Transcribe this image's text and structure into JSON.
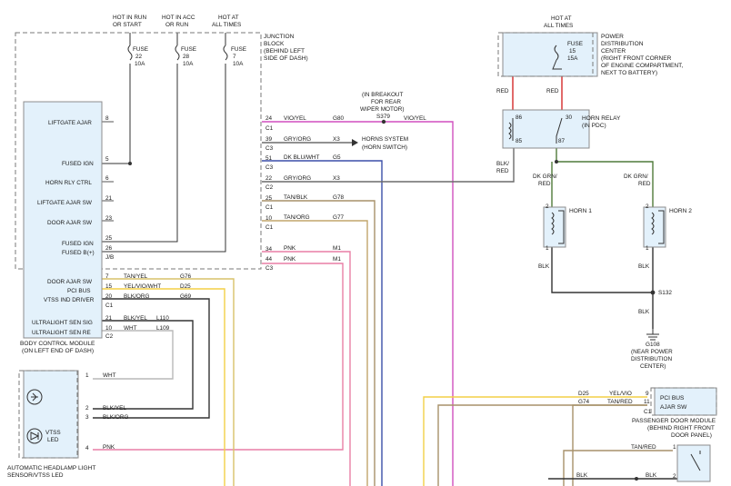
{
  "supplies": {
    "hot_run_start": [
      "HOT IN RUN",
      "OR START"
    ],
    "hot_acc_run": [
      "HOT IN ACC",
      "OR RUN"
    ],
    "hot_all_times": [
      "HOT AT",
      "ALL TIMES"
    ],
    "pdc_hot_all_times": [
      "HOT AT",
      "ALL TIMES"
    ]
  },
  "fuses": [
    {
      "name": "FUSE",
      "num": "22",
      "amp": "10A"
    },
    {
      "name": "FUSE",
      "num": "28",
      "amp": "10A"
    },
    {
      "name": "FUSE",
      "num": "7",
      "amp": "10A"
    },
    {
      "name": "FUSE",
      "num": "15",
      "amp": "15A"
    }
  ],
  "junction_block": [
    "JUNCTION",
    "BLOCK",
    "(BEHIND LEFT",
    "SIDE OF DASH)"
  ],
  "pdc": [
    "POWER",
    "DISTRIBUTION",
    "CENTER",
    "(RIGHT FRONT CORNER",
    "OF ENGINE COMPARTMENT,",
    "NEXT TO BATTERY)"
  ],
  "bcm": {
    "labels": [
      "LIFTGATE AJAR",
      "FUSED IGN",
      "HORN RLY CTRL",
      "LIFTGATE AJAR SW",
      "DOOR AJAR SW",
      "FUSED IGN",
      "FUSED B(+)",
      "DOOR AJAR SW",
      "PCI BUS",
      "VTSS IND DRIVER",
      "ULTRALIGHT SEN SIG",
      "ULTRALIGHT SEN RE"
    ],
    "pins": [
      "8",
      "5",
      "6",
      "21",
      "23",
      "25",
      "26",
      "J/B",
      "7",
      "15",
      "20",
      "C1",
      "21",
      "10",
      "C2"
    ],
    "caption": [
      "BODY CONTROL MODULE",
      "(ON LEFT END OF DASH)"
    ]
  },
  "jb_pins": [
    {
      "pin": "24",
      "conn": "C1"
    },
    {
      "pin": "39",
      "conn": "C3"
    },
    {
      "pin": "51",
      "conn": "C3"
    },
    {
      "pin": "22",
      "conn": "C2"
    },
    {
      "pin": "25",
      "conn": "C1"
    },
    {
      "pin": "10",
      "conn": "C1"
    },
    {
      "pin": "34",
      "conn": ""
    },
    {
      "pin": "44",
      "conn": "C3"
    }
  ],
  "wires": [
    {
      "color": "VIO/YEL",
      "code": "G80"
    },
    {
      "color": "GRY/ORG",
      "code": "X3"
    },
    {
      "color": "DK BLU/WHT",
      "code": "G5"
    },
    {
      "color": "GRY/ORG",
      "code": "X3"
    },
    {
      "color": "TAN/BLK",
      "code": "G78"
    },
    {
      "color": "TAN/ORG",
      "code": "G77"
    },
    {
      "color": "PNK",
      "code": "M1"
    },
    {
      "color": "PNK",
      "code": "M1"
    },
    {
      "color": "TAN/YEL",
      "code": "G76"
    },
    {
      "color": "YEL/VIO/WHT",
      "code": "D25"
    },
    {
      "color": "BLK/ORG",
      "code": "G69"
    },
    {
      "color": "BLK/YEL",
      "code": "L110"
    },
    {
      "color": "WHT",
      "code": "L109"
    }
  ],
  "breakout": {
    "text": [
      "(IN BREAKOUT",
      "FOR REAR",
      "WIPER MOTOR)"
    ],
    "splice": "S379",
    "wire": "VIO/YEL"
  },
  "horns_system": [
    "HORNS SYSTEM",
    "(HORN SWITCH)"
  ],
  "relay": {
    "pins": [
      "86",
      "30",
      "85",
      "87"
    ],
    "label": [
      "HORN RELAY",
      "(IN PDC)"
    ],
    "wires": [
      "RED",
      "RED",
      "BLK/",
      "RED"
    ]
  },
  "horns": [
    {
      "name": "HORN 1",
      "pins": [
        "2",
        "1"
      ],
      "wire_top": [
        "DK GRN/",
        "RED"
      ],
      "wire_bot": "BLK"
    },
    {
      "name": "HORN 2",
      "pins": [
        "2",
        "1"
      ],
      "wire_top": [
        "DK GRN/",
        "RED"
      ],
      "wire_bot": "BLK"
    }
  ],
  "ground": {
    "splice": "S132",
    "wire": "BLK",
    "ground_id": "G108",
    "location": [
      "(NEAR POWER",
      "DISTRIBUTION",
      "CENTER)"
    ]
  },
  "sensor": {
    "pins": [
      "1",
      "2",
      "3",
      "4"
    ],
    "wires": [
      "WHT",
      "BLK/YEL",
      "BLK/ORG",
      "PNK"
    ],
    "led_label": [
      "VTSS",
      "LED"
    ],
    "caption": [
      "AUTOMATIC HEADLAMP LIGHT",
      "SENSOR/VTSS LED"
    ]
  },
  "pdm": {
    "labels": [
      "PCI BUS",
      "AJAR SW"
    ],
    "pins": [
      "9",
      "11",
      "C1"
    ],
    "wires": [
      {
        "code": "D25",
        "color": "YEL/VIO"
      },
      {
        "code": "G74",
        "color": "TAN/RED"
      }
    ],
    "caption": [
      "PASSENGER DOOR MODULE",
      "(BEHIND RIGHT FRONT",
      "DOOR PANEL)"
    ],
    "switch_wire": "TAN/RED",
    "switch_pins": [
      "1",
      "2"
    ],
    "bottom_wire": "BLK",
    "bottom_wire2": "BLK"
  },
  "colors": {
    "vio_yel": "#d04fbf",
    "gry_org": "#6b6b6b",
    "dk_blu_wht": "#3b4fa8",
    "tan_blk": "#a7916a",
    "tan_org": "#c2a56c",
    "pnk": "#e87fa6",
    "tan_yel": "#d9c26a",
    "yel": "#f3cf47",
    "blk": "#333333",
    "red": "#d42b2b",
    "dk_grn": "#4f7a3a",
    "wht": "#b8b8b8",
    "box": "#e3f1fb"
  }
}
